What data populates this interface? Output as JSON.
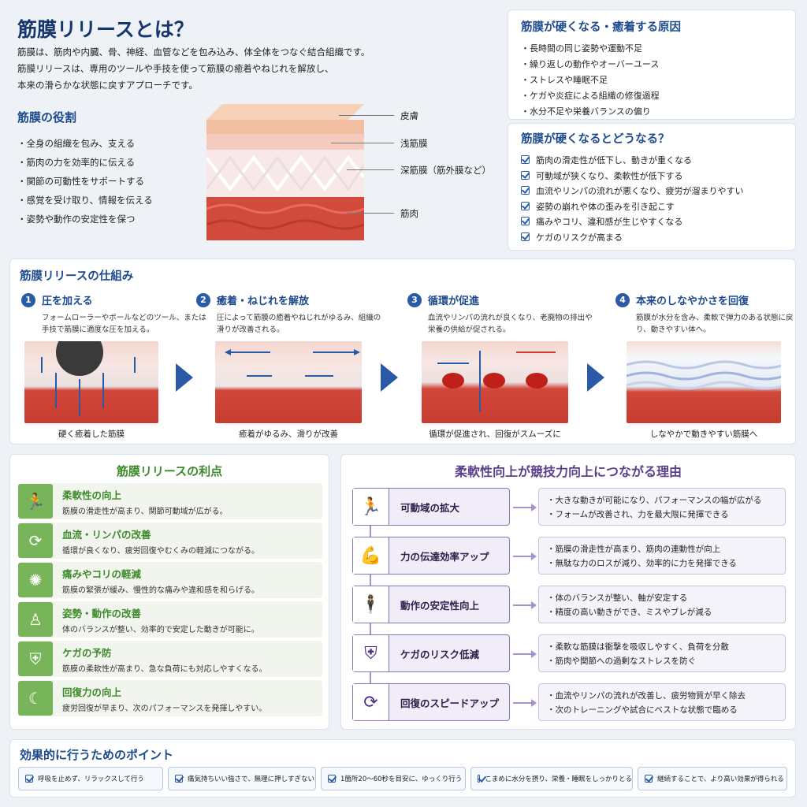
{
  "title": "筋膜リリースとは？",
  "intro": [
    "筋膜は、筋肉や内臓、骨、神経、血管などを包み込み、体全体をつなぐ結合組織です。",
    "筋膜リリースは、専用のツールや手技を使って筋膜の癒着やねじれを解放し、",
    "本来の滑らかな状態に戻すアプローチです。"
  ],
  "role": {
    "title": "筋膜の役割",
    "items": [
      "・全身の組織を包み、支える",
      "・筋肉の力を効率的に伝える",
      "・関節の可動性をサポートする",
      "・感覚を受け取り、情報を伝える",
      "・姿勢や動作の安定性を保つ"
    ]
  },
  "diagram_labels": [
    "皮膚",
    "浅筋膜",
    "深筋膜（筋外膜など）",
    "筋肉"
  ],
  "causes": {
    "title": "筋膜が硬くなる・癒着する原因",
    "items": [
      "・長時間の同じ姿勢や運動不足",
      "・繰り返しの動作やオーバーユース",
      "・ストレスや睡眠不足",
      "・ケガや炎症による組織の修復過程",
      "・水分不足や栄養バランスの偏り"
    ]
  },
  "effects": {
    "title": "筋膜が硬くなるとどうなる？",
    "items": [
      "筋肉の滑走性が低下し、動きが重くなる",
      "可動域が狭くなり、柔軟性が低下する",
      "血流やリンパの流れが悪くなり、疲労が溜まりやすい",
      "姿勢の崩れや体の歪みを引き起こす",
      "痛みやコリ、違和感が生じやすくなる",
      "ケガのリスクが高まる"
    ]
  },
  "mechanism": {
    "title": "筋膜リリースの仕組み",
    "steps": [
      {
        "num": "1",
        "title": "圧を加える",
        "desc": "フォームローラーやボールなどのツール、または手技で筋膜に適度な圧を加える。",
        "caption": "硬く癒着した筋膜"
      },
      {
        "num": "2",
        "title": "癒着・ねじれを解放",
        "desc": "圧によって筋膜の癒着やねじれがゆるみ、組織の滑りが改善される。",
        "caption": "癒着がゆるみ、滑りが改善"
      },
      {
        "num": "3",
        "title": "循環が促進",
        "desc": "血流やリンパの流れが良くなり、老廃物の排出や栄養の供給が促される。",
        "caption": "循環が促進され、回復がスムーズに"
      },
      {
        "num": "4",
        "title": "本来のしなやかさを回復",
        "desc": "筋膜が水分を含み、柔軟で弾力のある状態に戻り、動きやすい体へ。",
        "caption": "しなやかで動きやすい筋膜へ"
      }
    ]
  },
  "benefits": {
    "title": "筋膜リリースの利点",
    "items": [
      {
        "icon": "stretch-icon",
        "glyph": "🏃",
        "title": "柔軟性の向上",
        "desc": "筋膜の滑走性が高まり、関節可動域が広がる。"
      },
      {
        "icon": "circulation-icon",
        "glyph": "⟳",
        "title": "血流・リンパの改善",
        "desc": "循環が良くなり、疲労回復やむくみの軽減につながる。"
      },
      {
        "icon": "pain-relief-icon",
        "glyph": "✺",
        "title": "痛みやコリの軽減",
        "desc": "筋膜の緊張が緩み、慢性的な痛みや違和感を和らげる。"
      },
      {
        "icon": "posture-icon",
        "glyph": "♙",
        "title": "姿勢・動作の改善",
        "desc": "体のバランスが整い、効率的で安定した動きが可能に。"
      },
      {
        "icon": "shield-icon",
        "glyph": "⛨",
        "title": "ケガの予防",
        "desc": "筋膜の柔軟性が高まり、急な負荷にも対応しやすくなる。"
      },
      {
        "icon": "sleep-icon",
        "glyph": "☾",
        "title": "回復力の向上",
        "desc": "疲労回復が早まり、次のパフォーマンスを発揮しやすい。"
      }
    ]
  },
  "reasons": {
    "title": "柔軟性向上が競技力向上につながる理由",
    "items": [
      {
        "icon": "runner-icon",
        "glyph": "🏃",
        "title": "可動域の拡大",
        "points": [
          "・大きな動きが可能になり、パフォーマンスの幅が広がる",
          "・フォームが改善され、力を最大限に発揮できる"
        ]
      },
      {
        "icon": "muscle-icon",
        "glyph": "💪",
        "title": "力の伝達効率アップ",
        "points": [
          "・筋膜の滑走性が高まり、筋肉の連動性が向上",
          "・無駄な力のロスが減り、効率的に力を発揮できる"
        ]
      },
      {
        "icon": "balance-icon",
        "glyph": "🕴",
        "title": "動作の安定性向上",
        "points": [
          "・体のバランスが整い、軸が安定する",
          "・精度の高い動きができ、ミスやブレが減る"
        ]
      },
      {
        "icon": "shield-icon",
        "glyph": "⛨",
        "title": "ケガのリスク低減",
        "points": [
          "・柔軟な筋膜は衝撃を吸収しやすく、負荷を分散",
          "・筋肉や関節への過剰なストレスを防ぐ"
        ]
      },
      {
        "icon": "recovery-icon",
        "glyph": "⟳",
        "title": "回復のスピードアップ",
        "points": [
          "・血流やリンパの流れが改善し、疲労物質が早く除去",
          "・次のトレーニングや試合にベストな状態で臨める"
        ]
      }
    ]
  },
  "points": {
    "title": "効果的に行うためのポイント",
    "items": [
      "呼吸を止めず、リラックスして行う",
      "痛気持ちいい強さで、無理に押しすぎない",
      "1箇所20〜60秒を目安に、ゆっくり行う",
      "こまめに水分を摂り、栄養・睡眠をしっかりとる",
      "継続することで、より高い効果が得られる"
    ]
  }
}
